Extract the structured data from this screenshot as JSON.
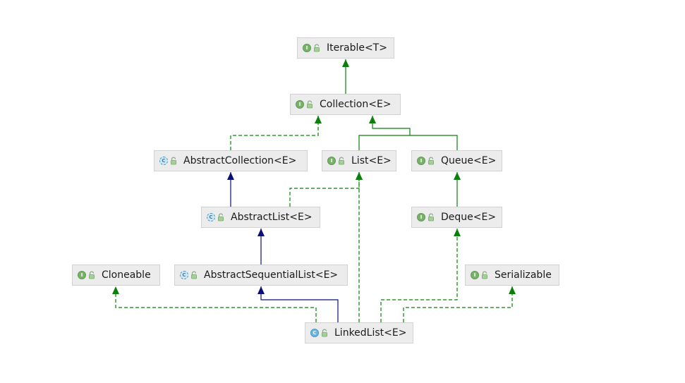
{
  "diagram": {
    "colors": {
      "implements": "#0a7f0a",
      "extends": "#0b0f7a",
      "node_bg": "#ececec",
      "interface_badge": "#7ab26b",
      "class_badge": "#6cb6dd"
    },
    "nodes": [
      {
        "id": "iterable",
        "label": "Iterable<T>",
        "kind": "interface",
        "badge": "I"
      },
      {
        "id": "collection",
        "label": "Collection<E>",
        "kind": "interface",
        "badge": "I"
      },
      {
        "id": "abstract-collection",
        "label": "AbstractCollection<E>",
        "kind": "abstract",
        "badge": "C"
      },
      {
        "id": "list",
        "label": "List<E>",
        "kind": "interface",
        "badge": "I"
      },
      {
        "id": "queue",
        "label": "Queue<E>",
        "kind": "interface",
        "badge": "I"
      },
      {
        "id": "abstract-list",
        "label": "AbstractList<E>",
        "kind": "abstract",
        "badge": "C"
      },
      {
        "id": "deque",
        "label": "Deque<E>",
        "kind": "interface",
        "badge": "I"
      },
      {
        "id": "cloneable",
        "label": "Cloneable",
        "kind": "interface",
        "badge": "I"
      },
      {
        "id": "abstract-sequential-list",
        "label": "AbstractSequentialList<E>",
        "kind": "abstract",
        "badge": "C"
      },
      {
        "id": "serializable",
        "label": "Serializable",
        "kind": "interface",
        "badge": "I"
      },
      {
        "id": "linked-list",
        "label": "LinkedList<E>",
        "kind": "class",
        "badge": "C"
      }
    ],
    "edges": [
      {
        "from": "collection",
        "to": "iterable",
        "type": "extends-interface"
      },
      {
        "from": "abstract-collection",
        "to": "collection",
        "type": "implements"
      },
      {
        "from": "list",
        "to": "collection",
        "type": "extends-interface"
      },
      {
        "from": "queue",
        "to": "collection",
        "type": "extends-interface"
      },
      {
        "from": "abstract-list",
        "to": "abstract-collection",
        "type": "extends"
      },
      {
        "from": "abstract-list",
        "to": "list",
        "type": "implements"
      },
      {
        "from": "deque",
        "to": "queue",
        "type": "extends-interface"
      },
      {
        "from": "abstract-sequential-list",
        "to": "abstract-list",
        "type": "extends"
      },
      {
        "from": "linked-list",
        "to": "abstract-sequential-list",
        "type": "extends"
      },
      {
        "from": "linked-list",
        "to": "cloneable",
        "type": "implements"
      },
      {
        "from": "linked-list",
        "to": "list",
        "type": "implements"
      },
      {
        "from": "linked-list",
        "to": "deque",
        "type": "implements"
      },
      {
        "from": "linked-list",
        "to": "serializable",
        "type": "implements"
      }
    ]
  }
}
